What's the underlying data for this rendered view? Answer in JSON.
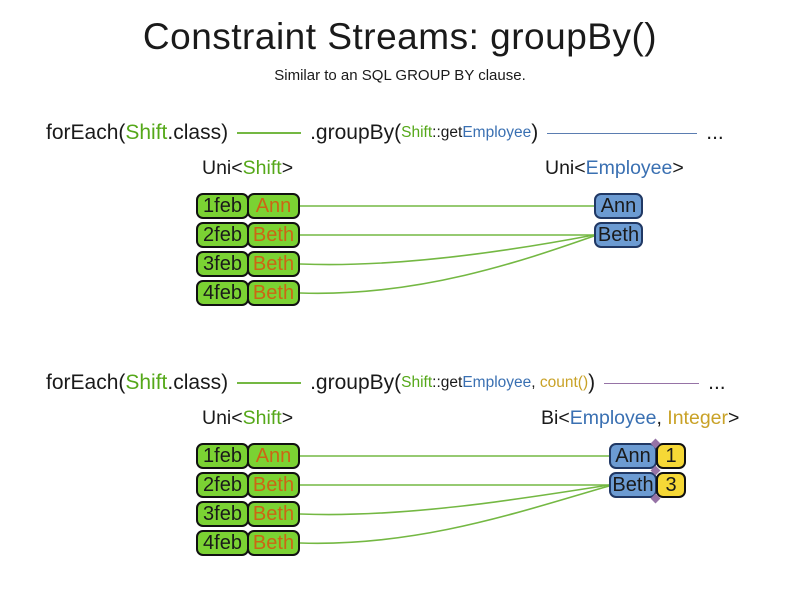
{
  "title": "Constraint Streams: groupBy()",
  "subtitle": "Similar to an SQL GROUP BY clause.",
  "colors": {
    "ink": "#1a1a1a",
    "shift-green": "#55a819",
    "employee-blue": "#3a70b2",
    "integer-gold": "#c9a227",
    "name-orange": "#cc6614",
    "box-green": "#7bd233",
    "box-blue": "#6c9bd2",
    "box-blue-border": "#203864",
    "box-yellow": "#f6d836",
    "line-green": "#74b843",
    "line-blue": "#5b7db1",
    "line-purple": "#9673a6"
  },
  "sections": [
    {
      "code": {
        "foreach_pre": "forEach(",
        "foreach_class": "Shift",
        "foreach_post": ".class)",
        "group_pre": ".groupBy(",
        "arg_class": "Shift",
        "arg_mid": "::get",
        "arg_type": "Employee",
        "close": ")",
        "ellipsis": "..."
      },
      "left_label": {
        "pre": "Uni<",
        "type": "Shift",
        "post": ">"
      },
      "right_label": {
        "pre": "Uni<",
        "type": "Employee",
        "post": ">"
      },
      "left_rows": [
        {
          "date": "1feb",
          "name": "Ann"
        },
        {
          "date": "2feb",
          "name": "Beth"
        },
        {
          "date": "3feb",
          "name": "Beth"
        },
        {
          "date": "4feb",
          "name": "Beth"
        }
      ],
      "right_rows": [
        "Ann",
        "Beth"
      ]
    },
    {
      "code": {
        "foreach_pre": "forEach(",
        "foreach_class": "Shift",
        "foreach_post": ".class)",
        "group_pre": ".groupBy(",
        "arg_class": "Shift",
        "arg_mid": "::get",
        "arg_type": "Employee",
        "arg_comma": ", ",
        "arg_count": "count()",
        "close": ")",
        "ellipsis": "..."
      },
      "left_label": {
        "pre": "Uni<",
        "type": "Shift",
        "post": ">"
      },
      "right_label": {
        "pre": "Bi<",
        "type1": "Employee",
        "sep": ", ",
        "type2": "Integer",
        "post": ">"
      },
      "left_rows": [
        {
          "date": "1feb",
          "name": "Ann"
        },
        {
          "date": "2feb",
          "name": "Beth"
        },
        {
          "date": "3feb",
          "name": "Beth"
        },
        {
          "date": "4feb",
          "name": "Beth"
        }
      ],
      "right_rows": [
        {
          "name": "Ann",
          "count": "1"
        },
        {
          "name": "Beth",
          "count": "3"
        }
      ]
    }
  ]
}
